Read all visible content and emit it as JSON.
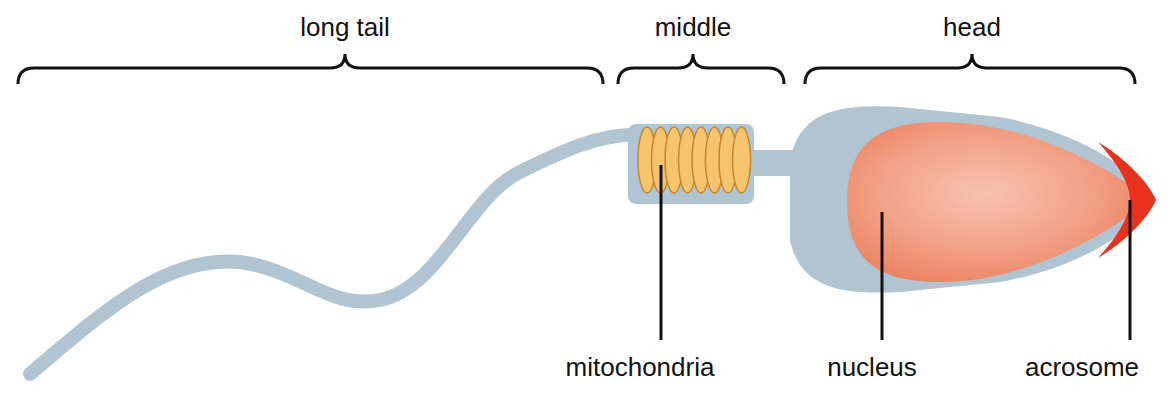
{
  "diagram": {
    "labels": [
      "long tail",
      "middle",
      "head",
      "mitochondria",
      "nucleus",
      "acrosome"
    ]
  }
}
